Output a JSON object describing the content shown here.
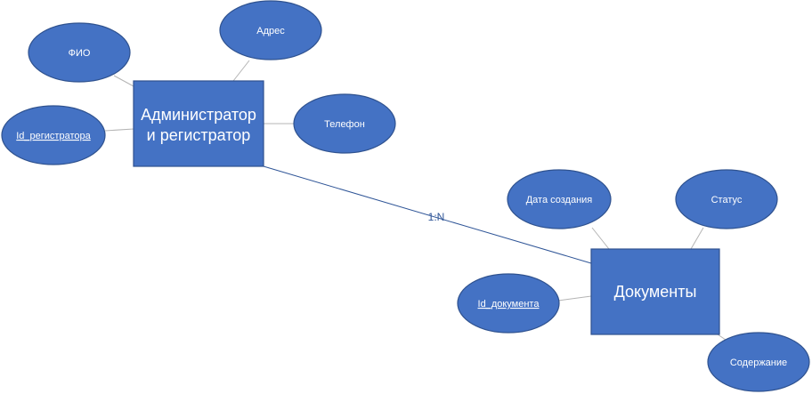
{
  "entities": {
    "admin": {
      "line1": "Администратор",
      "line2": "и регистратор"
    },
    "documents": {
      "label": "Документы"
    }
  },
  "attributes": {
    "fio": "ФИО",
    "address": "Адрес",
    "phone": "Телефон",
    "id_registrar": "Id_регистратора",
    "creation_date": "Дата создания",
    "status": "Статус",
    "id_document": "Id_документа",
    "content": "Содержание"
  },
  "relationship": {
    "cardinality": "1:N"
  },
  "colors": {
    "fill": "#4472c4",
    "border": "#2f528f",
    "line": "#2f5597",
    "connector": "#b4b4b4"
  }
}
